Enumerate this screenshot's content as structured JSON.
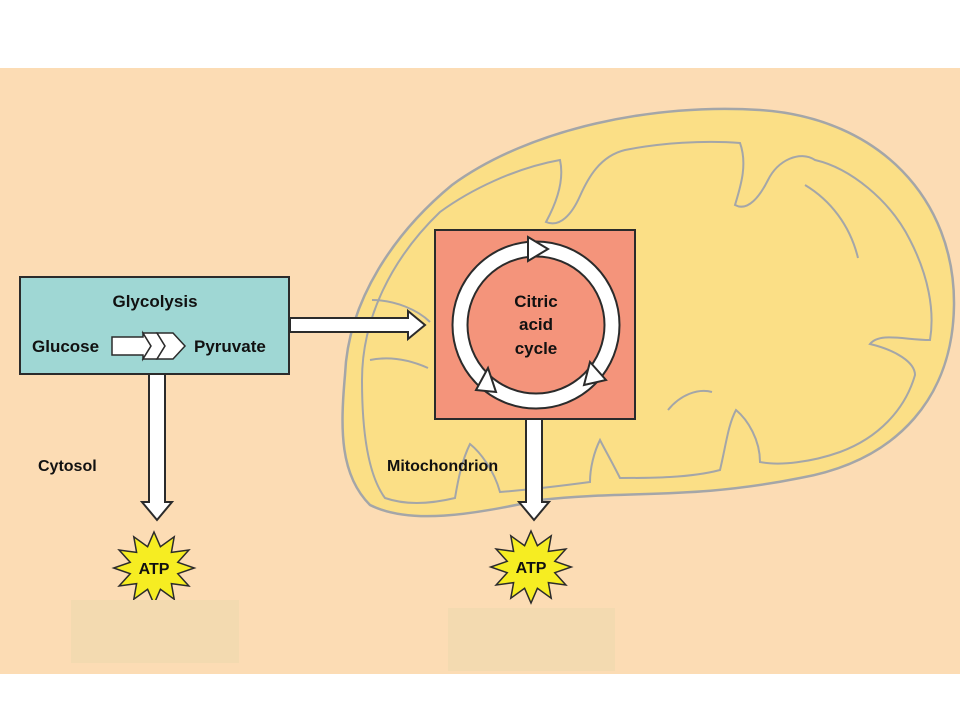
{
  "colors": {
    "background": "#fcdcb4",
    "mitochondrion_fill": "#fbdf86",
    "membrane_stroke": "#a4a6a8",
    "glycolysis_box": "#9fd7d4",
    "citric_box": "#f4947b",
    "atp_burst": "#f6ed22",
    "answer_box": "#f3dab0",
    "arrow_fill": "#ffffff",
    "outline": "#2b2b2b"
  },
  "labels": {
    "glycolysis": "Glycolysis",
    "glucose": "Glucose",
    "pyruvate": "Pyruvate",
    "citric_line1": "Citric",
    "citric_line2": "acid",
    "citric_line3": "cycle",
    "cytosol": "Cytosol",
    "mitochondrion": "Mitochondrion",
    "atp_left": "ATP",
    "atp_right": "ATP"
  }
}
